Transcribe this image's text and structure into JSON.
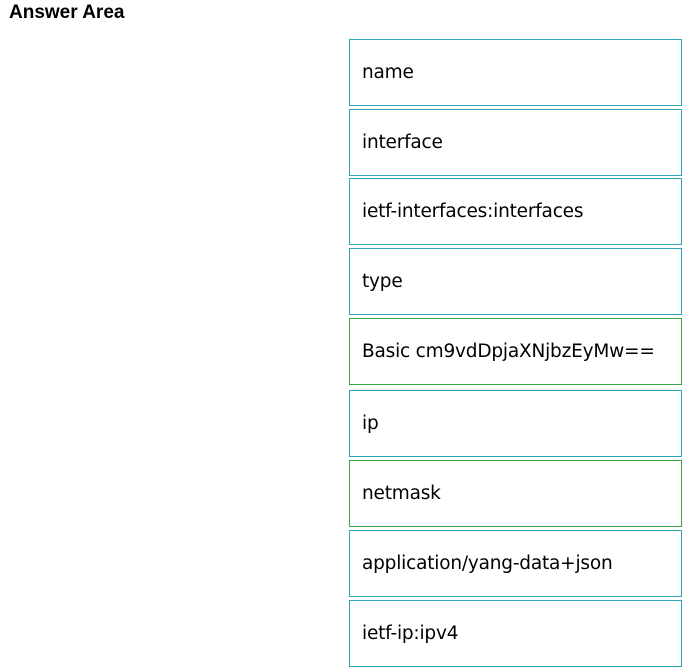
{
  "header": {
    "title": "Answer Area"
  },
  "colors": {
    "box_border": "#2aa6b8",
    "box_border_alt": "#3aa84a"
  },
  "answer_options": [
    {
      "label": "name"
    },
    {
      "label": "interface"
    },
    {
      "label": "ietf-interfaces:interfaces"
    },
    {
      "label": "type"
    },
    {
      "label": "Basic cm9vdDpjaXNjbzEyMw=="
    },
    {
      "label": "ip"
    },
    {
      "label": "netmask"
    },
    {
      "label": "application/yang-data+json"
    },
    {
      "label": "ietf-ip:ipv4"
    }
  ]
}
